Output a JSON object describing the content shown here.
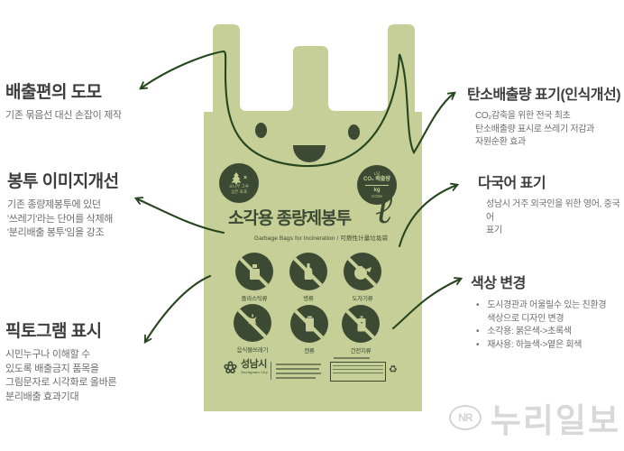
{
  "annotations": {
    "left": [
      {
        "title": "배출편의 도모",
        "body": "기존 묶음선 대신 손잡이 제작"
      },
      {
        "title": "봉투 이미지개선",
        "body": "기존 종량제봉투에 있던\n'쓰레기'라는 단어를 삭제해\n'분리배출 봉투'임을 강조"
      },
      {
        "title": "픽토그램 표시",
        "body": "시민누구나 이해할 수\n있도록 배출금지 품목을\n그림문자로 시각화로 올바른\n분리배출 효과기대"
      }
    ],
    "right": [
      {
        "title": "탄소배출량 표기(인식개선)",
        "body": "CO₂감축을 위한 전국 최초\n탄소배출량 표시로 쓰레기 저감과\n자원순환 효과"
      },
      {
        "title": "다국어 표기",
        "body": "성남시 거주 외국인을 위한 영어, 중국어\n표기"
      },
      {
        "title": "색상 변경",
        "bullets": [
          "도시경관과 어울릴수 있는 친환경\n색상으로 디자인 변경",
          "소각용: 붉은색->초록색",
          "재사용: 하늘색->옅은 회색"
        ]
      }
    ]
  },
  "bag": {
    "title": "소각용 종량제봉투",
    "subtitle": "Garbage Bags for Incineration / 可燃性计量垃圾袋",
    "liter_symbol": "ℓ",
    "tree_badge": {
      "mark": "×",
      "line1": "소나무 그루",
      "line2": "심은 효과"
    },
    "co2_badge": {
      "top": "L당",
      "main": "CO₂ 배출량",
      "unit": "kg",
      "unit_sub": "CO2e"
    },
    "pictograms": [
      {
        "label": "플라스틱류"
      },
      {
        "label": "병류"
      },
      {
        "label": "도자기류"
      },
      {
        "label": "음식물쓰레기"
      },
      {
        "label": "캔류"
      },
      {
        "label": "건전지류"
      }
    ],
    "footer": {
      "city": "성남시",
      "city_en": "Seongnam City",
      "recycle_icon": "♻"
    }
  },
  "watermark": {
    "logo": "NR",
    "text": "누리일보"
  },
  "colors": {
    "bag_green": "#c5cf97",
    "dark_green": "#3c4a33",
    "arrow": "#27451f"
  }
}
